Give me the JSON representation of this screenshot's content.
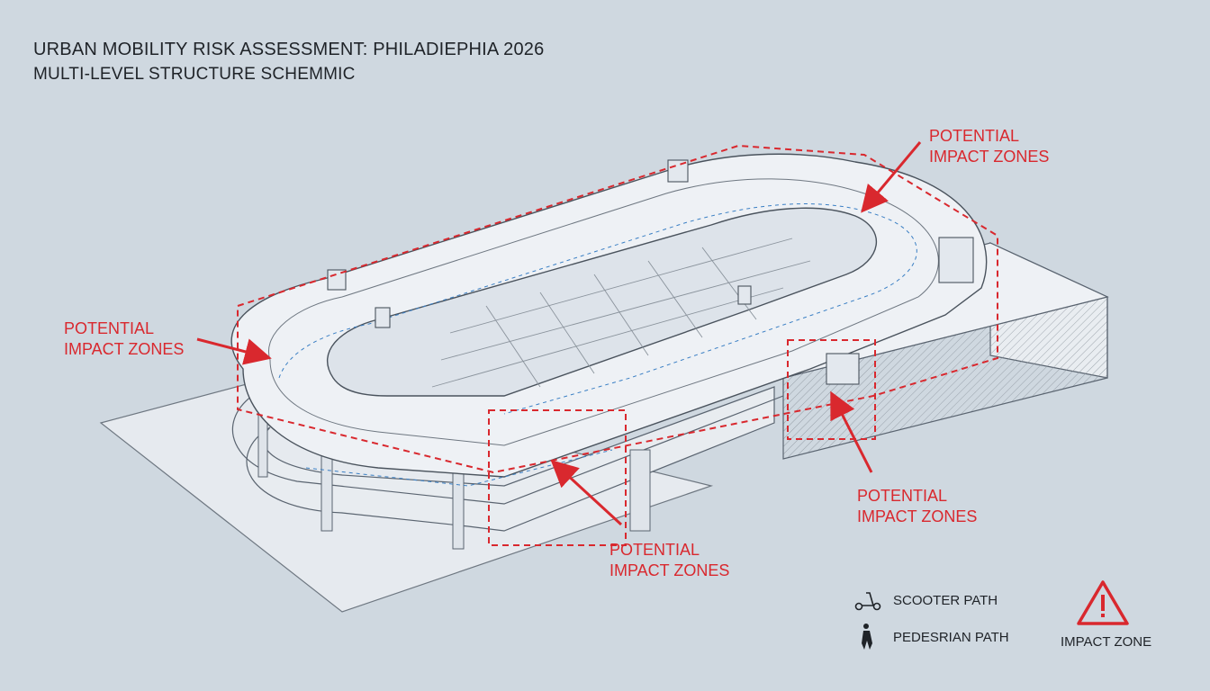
{
  "header": {
    "title": "URBAN MOBILITY RISK ASSESSMENT: PHILADIEPHIA 2026",
    "subtitle": "MULTI-LEVEL STRUCTURE SCHEMMIC"
  },
  "callouts": [
    {
      "line1": "POTENTIAL",
      "line2": "IMPACT ZONES"
    },
    {
      "line1": "POTENTIAL",
      "line2": "IMPACT ZONES"
    },
    {
      "line1": "POTENTIAL",
      "line2": "IMPACT ZONES"
    },
    {
      "line1": "POTENTIAL",
      "line2": "IMPACT ZONES"
    }
  ],
  "legend": {
    "scooter": {
      "label": "SCOOTER PATH",
      "icon": "scooter-icon"
    },
    "pedestrian": {
      "label": "PEDESRIAN PATH",
      "icon": "pedestrian-icon"
    },
    "impact": {
      "label": "IMPACT ZONE",
      "icon": "warning-triangle-icon"
    }
  },
  "colors": {
    "background": "#cfd8e0",
    "structure": "#eef1f5",
    "line": "#5a6470",
    "impact": "#d9282e",
    "path": "#3a7fc4"
  }
}
